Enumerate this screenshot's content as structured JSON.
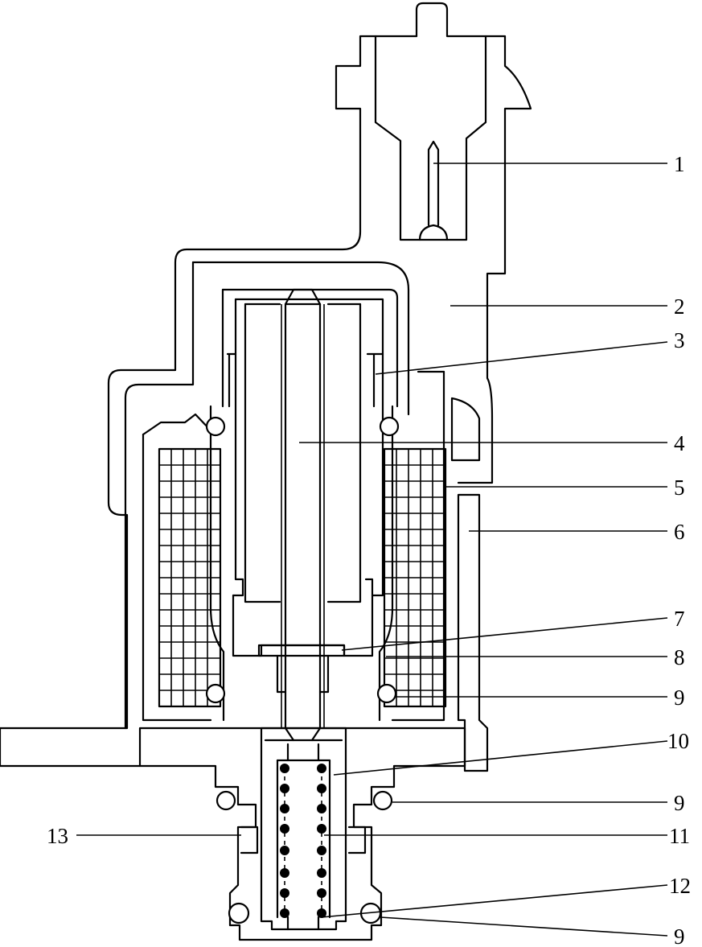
{
  "diagram": {
    "labels": [
      {
        "id": "1",
        "text": "1"
      },
      {
        "id": "2",
        "text": "2"
      },
      {
        "id": "3",
        "text": "3"
      },
      {
        "id": "4",
        "text": "4"
      },
      {
        "id": "5",
        "text": "5"
      },
      {
        "id": "6",
        "text": "6"
      },
      {
        "id": "7",
        "text": "7"
      },
      {
        "id": "8",
        "text": "8"
      },
      {
        "id": "9a",
        "text": "9"
      },
      {
        "id": "10",
        "text": "10"
      },
      {
        "id": "9b",
        "text": "9"
      },
      {
        "id": "11",
        "text": "11"
      },
      {
        "id": "12",
        "text": "12"
      },
      {
        "id": "9c",
        "text": "9"
      },
      {
        "id": "13",
        "text": "13"
      }
    ]
  }
}
